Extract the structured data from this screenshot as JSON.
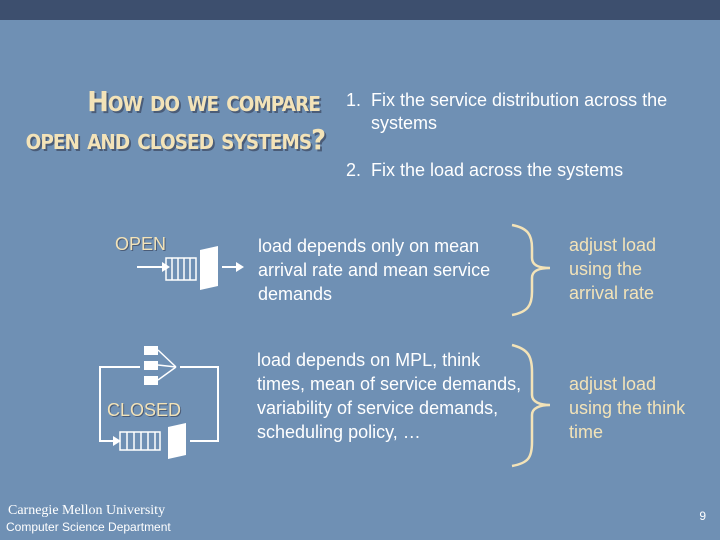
{
  "slide": {
    "title_lines": [
      "How do we compare",
      "open and closed systems?"
    ],
    "points": [
      {
        "num": "1.",
        "text": "Fix the service distribution across the systems"
      },
      {
        "num": "2.",
        "text": "Fix the load across the systems"
      }
    ],
    "open": {
      "label": "OPEN",
      "description": "load depends only on mean arrival rate and mean service demands",
      "adjust": "adjust load using the arrival rate"
    },
    "closed": {
      "label": "CLOSED",
      "description": "load depends on MPL, think times, mean of service demands, variability of service demands, scheduling policy, …",
      "adjust": "adjust load using the think time"
    }
  },
  "footer": {
    "university": "Carnegie Mellon University",
    "department": "Computer Science Department",
    "page": "9"
  },
  "colors": {
    "background": "#6f90b4",
    "top_bar": "#3d4f6e",
    "accent_cream": "#f3e3b8",
    "text": "#ffffff"
  }
}
